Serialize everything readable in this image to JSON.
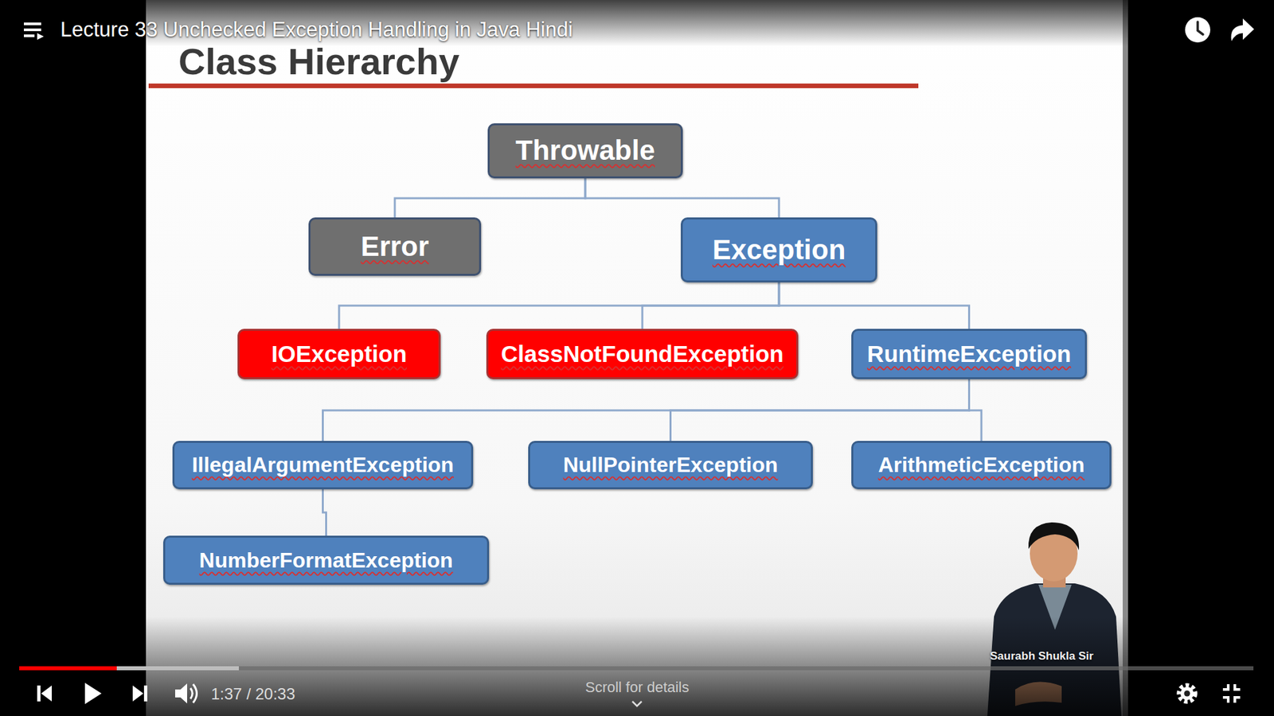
{
  "diagram": {
    "title": "Class Hierarchy",
    "nodes": [
      {
        "text": [
          "Throwable"
        ]
      },
      {
        "text": [
          "Error"
        ]
      },
      {
        "text": [
          "Exception"
        ]
      },
      {
        "text": [
          "IOException"
        ]
      },
      {
        "text": [
          "ClassNotFoundException"
        ]
      },
      {
        "text": [
          "RuntimeException"
        ]
      },
      {
        "text": [
          "IllegalArgumentException"
        ]
      },
      {
        "text": [
          "NullPointerException"
        ]
      },
      {
        "text": [
          "ArithmeticException"
        ]
      },
      {
        "text": [
          "NumberFormatException"
        ]
      }
    ],
    "edges": [
      {
        "from": 0,
        "to": 1,
        "arrow": "none"
      },
      {
        "from": 0,
        "to": 2,
        "arrow": "none"
      },
      {
        "from": 2,
        "to": 3,
        "arrow": "none"
      },
      {
        "from": 2,
        "to": 4,
        "arrow": "none"
      },
      {
        "from": 2,
        "to": 5,
        "arrow": "none"
      },
      {
        "from": 5,
        "to": 6,
        "arrow": "none"
      },
      {
        "from": 5,
        "to": 7,
        "arrow": "none"
      },
      {
        "from": 5,
        "to": 8,
        "arrow": "none"
      },
      {
        "from": 6,
        "to": 9,
        "arrow": "none"
      }
    ],
    "labels": [
      "Lecture 33 Unchecked Exception Handling in Java Hindi",
      "Saurabh Shukla Sir",
      "1:37 / 20:33",
      "Scroll for details"
    ]
  }
}
